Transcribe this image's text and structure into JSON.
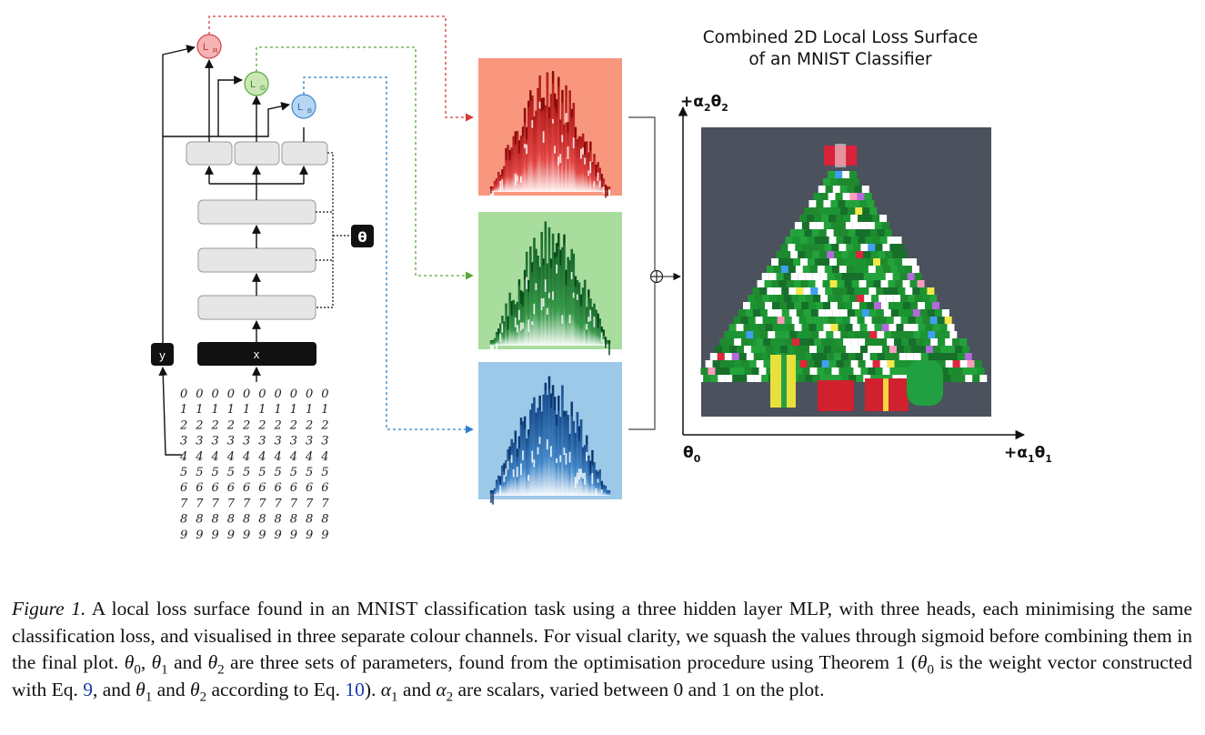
{
  "diagram": {
    "heads": [
      {
        "id": "r",
        "label": "L",
        "sub": "R",
        "fill": "#f5b3b3",
        "stroke": "#d04545",
        "line": "#d63a3a"
      },
      {
        "id": "g",
        "label": "L",
        "sub": "G",
        "fill": "#c9e8b4",
        "stroke": "#5aa83c",
        "line": "#5aa83c"
      },
      {
        "id": "b",
        "label": "L",
        "sub": "B",
        "fill": "#b7d6f2",
        "stroke": "#3c86c8",
        "line": "#2f7fc4"
      }
    ],
    "theta_label": "θ",
    "input_label": "x",
    "target_label": "y",
    "mnist_rows": [
      "0 0 0 0 0 0 0 0 0 0",
      "1 1 1 1 1 1 1 1 1 1",
      "2 2 2 2 2 2 2 2 2 2",
      "3 3 3 3 3 3 3 3 3 3",
      "4 4 4 4 4 4 4 4 4 4",
      "5 5 5 5 5 5 5 5 5 5",
      "6 6 6 6 6 6 6 6 6 6",
      "7 7 7 7 7 7 7 7 7 7",
      "8 8 8 8 8 8 8 8 8 8",
      "9 9 9 9 9 9 9 9 9 9"
    ]
  },
  "surfaces": [
    {
      "channel": "red",
      "bg": "#f8977e",
      "peak": "#b50f0f",
      "light": "#ffffff"
    },
    {
      "channel": "green",
      "bg": "#a9dd9e",
      "peak": "#0f6a26",
      "light": "#ffffff"
    },
    {
      "channel": "blue",
      "bg": "#9cc9e8",
      "peak": "#0e4f97",
      "light": "#ffffff"
    }
  ],
  "combine_symbol": "⊕",
  "plot": {
    "title_line1": "Combined 2D Local Loss Surface",
    "title_line2": "of an MNIST Classifier",
    "y_axis": {
      "pre": "+α",
      "s1": "2",
      "mid": "θ",
      "s2": "2"
    },
    "x_axis": {
      "pre": "+α",
      "s1": "1",
      "mid": "θ",
      "s2": "1"
    },
    "origin": {
      "pre": "θ",
      "s1": "0"
    },
    "bg": "#4b515d"
  },
  "caption": {
    "lead": "Figure 1.",
    "p1": " A local loss surface found in an MNIST classification task using a three hidden layer MLP, with three heads, each minimising the same classification loss, and visualised in three separate colour channels. For visual clarity, we squash the values through sigmoid before combining them in the final plot. ",
    "p2": ", ",
    "p3": " and ",
    "p4": " are three sets of parameters, found from the optimisation procedure using Theorem 1 (",
    "p5": " is the weight vector constructed with Eq. ",
    "ref1": "9",
    "p6": ", and ",
    "p7": " and ",
    "p8": " according to Eq. ",
    "ref2": "10",
    "p9": "). ",
    "p10": " and ",
    "p11": " are scalars, varied between 0 and 1 on the plot.",
    "theta": "θ",
    "alpha": "α",
    "s0": "0",
    "s1": "1",
    "s2": "2"
  }
}
